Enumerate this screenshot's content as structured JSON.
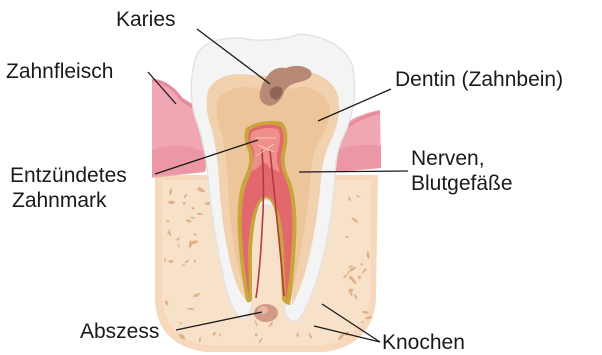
{
  "labels": {
    "caries": "Karies",
    "gum": "Zahnfleisch",
    "dentin": "Dentin (Zahnbein)",
    "inflamed_pulp_1": "Entzündetes",
    "inflamed_pulp_2": "Zahnmark",
    "nerves_1": "Nerven,",
    "nerves_2": "Blutgefäße",
    "abscess": "Abszess",
    "bone": "Knochen"
  },
  "colors": {
    "bone": "#f6d9bc",
    "bone_speckle": "#dcaa80",
    "gum": "#f1a7b3",
    "gum_dark": "#e48a9b",
    "enamel": "#f4f4f4",
    "dentin": "#f2d1ae",
    "dentin_inner": "#e9bb8a",
    "pulp_inflamed": "#e2686d",
    "canal_wall": "#c9a53c",
    "caries": "#b88a76",
    "abscess": "#d19a84",
    "leader_line": "#1a1a1a"
  }
}
